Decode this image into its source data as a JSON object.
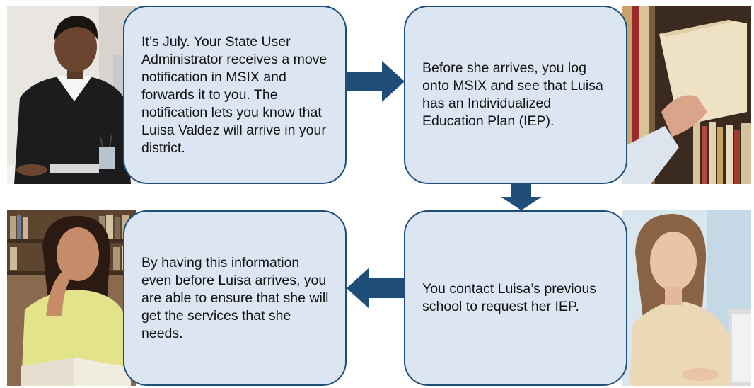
{
  "steps": [
    {
      "id": 1,
      "text": "It’s July. Your State User Administrator receives a move notification in MSIX and forwards it to you. The notification lets you know that Luisa Valdez will arrive in your district."
    },
    {
      "id": 2,
      "text": "Before she arrives, you log onto MSIX and see that Luisa has an Individualized Education Plan (IEP)."
    },
    {
      "id": 3,
      "text": "You contact Luisa’s previous school to request her IEP."
    },
    {
      "id": 4,
      "text": "By having this information even before Luisa arrives, you are able to ensure that she will get the services that she needs."
    }
  ],
  "colors": {
    "box_fill": "#dce6f2",
    "box_border": "#1f4e79",
    "arrow": "#1f4e79"
  },
  "images": [
    {
      "name": "woman-at-computer-photo"
    },
    {
      "name": "hand-with-file-folder-photo"
    },
    {
      "name": "woman-reading-book-photo"
    },
    {
      "name": "student-at-laptop-photo"
    }
  ]
}
